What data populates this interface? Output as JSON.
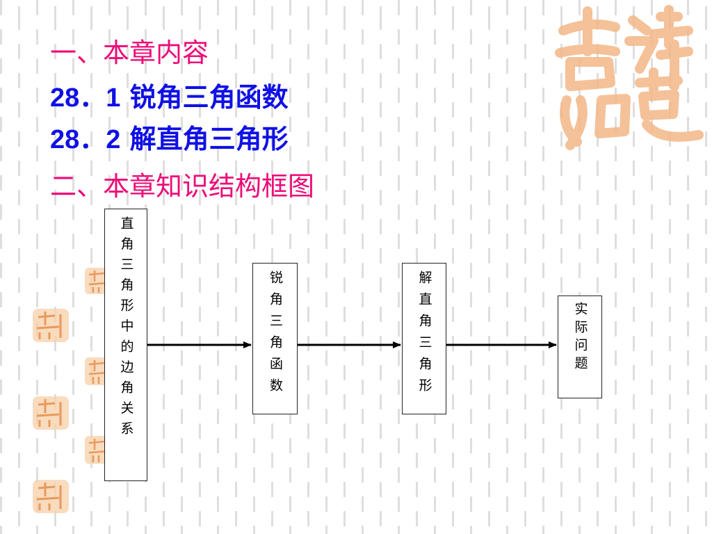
{
  "headings": {
    "chapter_content": "一、本章内容",
    "section_1_number": "28．1",
    "section_1_title": " 锐角三角函数",
    "section_2_number": "28．2",
    "section_2_title": " 解直角三角形",
    "structure_diagram": "二、本章知识结构框图"
  },
  "diagram": {
    "nodes": [
      {
        "id": "relations",
        "label": "直角三角形中的边角关系"
      },
      {
        "id": "trig",
        "label": "锐角三角函数"
      },
      {
        "id": "solve",
        "label": "解直角三角形"
      },
      {
        "id": "practical",
        "label": "实际问题"
      }
    ],
    "edges": [
      {
        "from": "relations",
        "to": "trig"
      },
      {
        "from": "trig",
        "to": "solve"
      },
      {
        "from": "solve",
        "to": "practical"
      }
    ]
  },
  "colors": {
    "heading_pink": "#ee0b78",
    "heading_blue": "#1010e6",
    "seal_orange": "#f3b787",
    "background_dash": "#d9d9d9"
  },
  "decorations": {
    "seal_icon": "auspicious-seal-icon"
  }
}
